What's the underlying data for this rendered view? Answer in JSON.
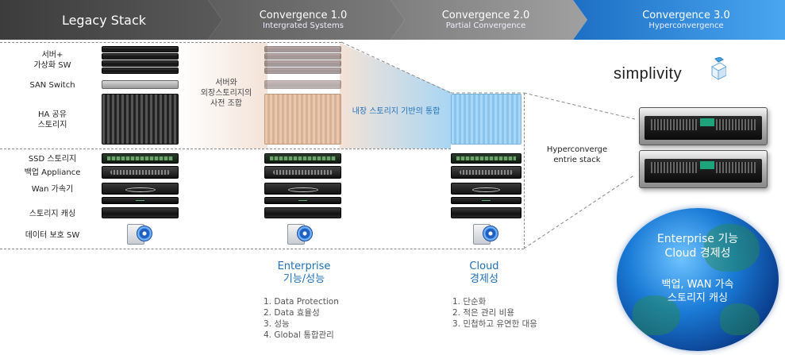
{
  "header": {
    "stages": [
      {
        "title": "Legacy Stack",
        "subtitle": ""
      },
      {
        "title": "Convergence 1.0",
        "subtitle": "Intergrated Systems"
      },
      {
        "title": "Convergence 2.0",
        "subtitle": "Partial Convergence"
      },
      {
        "title": "Convergence 3.0",
        "subtitle": "Hyperconvergence"
      }
    ]
  },
  "rows": {
    "server_sw": "서버+\n가상화 SW",
    "san_switch": "SAN Switch",
    "ha_storage": "HA 공유\n스토리지",
    "ssd": "SSD 스토리지",
    "backup": "백업 Appliance",
    "wan": "Wan 가속기",
    "cache": "스토리지 캐싱",
    "data_protection": "데이터 보호 SW"
  },
  "zones": {
    "external_storage": "서버와\n외장스토리지의\n사전 조합",
    "internal_storage": "내장 스토리지 기반의 통합",
    "hyperconverge": "Hyperconverge\nentrie stack"
  },
  "brand": {
    "logo": "simplivity"
  },
  "columns": {
    "conv1": {
      "headline": "Enterprise\n기능/성능",
      "items": [
        "1. Data Protection",
        "2. Data 효율성",
        "3. 성능",
        "4. Global 통합관리"
      ]
    },
    "conv2": {
      "headline": "Cloud\n경제성",
      "items": [
        "1. 단순화",
        "2. 적은 관리 비용",
        "3. 민첩하고 유연한 대응"
      ]
    }
  },
  "globe": {
    "line1": "Enterprise 기능",
    "line2": "Cloud 경제성",
    "line3": "백업, WAN 가속",
    "line4": "스토리지 캐싱"
  },
  "colors": {
    "chevron_dark": "#4a4a4a",
    "chevron_mid": "#8a8a8a",
    "chevron_blue": "#2d8fe0",
    "accent_blue": "#1e6fb8"
  }
}
